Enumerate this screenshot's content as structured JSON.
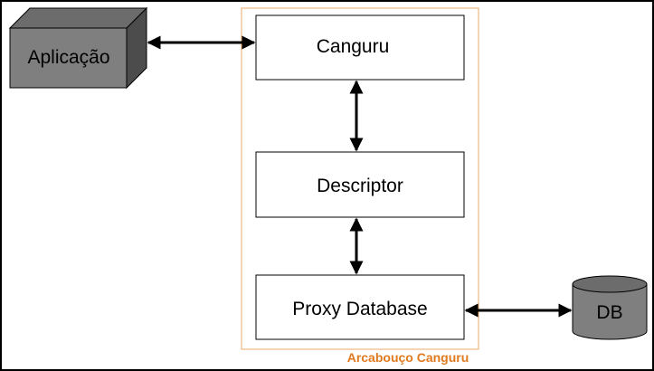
{
  "framework": {
    "label": "Arcabouço Canguru",
    "border_color": "#e8a86a",
    "label_color": "#e07a20"
  },
  "nodes": {
    "application": {
      "label": "Aplicação",
      "shape": "cube",
      "fill": "#7f7f7f"
    },
    "canguru": {
      "label": "Canguru",
      "shape": "box"
    },
    "descriptor": {
      "label": "Descriptor",
      "shape": "box"
    },
    "proxy_database": {
      "label": "Proxy Database",
      "shape": "box"
    },
    "db": {
      "label": "DB",
      "shape": "cylinder",
      "fill": "#7f7f7f"
    }
  },
  "edges": [
    {
      "from": "application",
      "to": "canguru",
      "direction": "bidirectional"
    },
    {
      "from": "canguru",
      "to": "descriptor",
      "direction": "bidirectional"
    },
    {
      "from": "descriptor",
      "to": "proxy_database",
      "direction": "bidirectional"
    },
    {
      "from": "proxy_database",
      "to": "db",
      "direction": "bidirectional"
    }
  ]
}
